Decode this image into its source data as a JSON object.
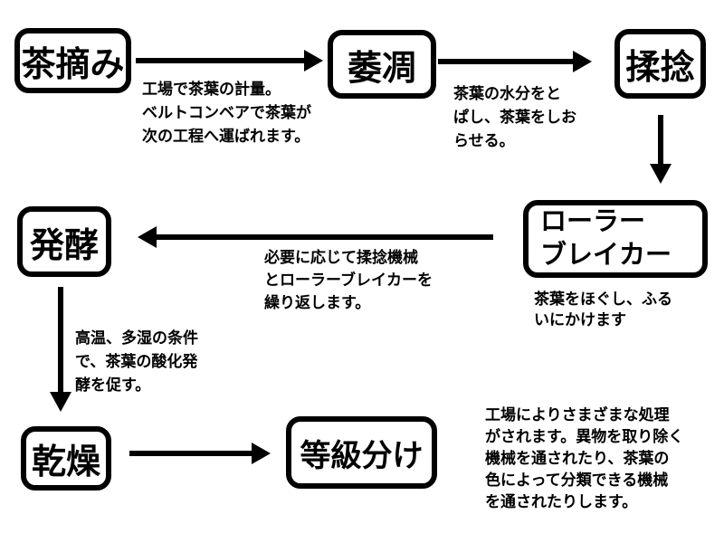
{
  "flowchart": {
    "colors": {
      "line": "#000000",
      "background": "#ffffff",
      "box_fill": "#ffffff"
    },
    "nodes": {
      "tea_picking": {
        "label": "茶摘み"
      },
      "withering": {
        "label": "萎凋"
      },
      "rolling": {
        "label": "揉捻"
      },
      "roller_breaker": {
        "label": "ローラー\nブレイカー"
      },
      "fermentation": {
        "label": "発酵"
      },
      "drying": {
        "label": "乾燥"
      },
      "grading": {
        "label": "等級分け"
      }
    },
    "annotations": {
      "after_picking": "工場で茶葉の計量。\nベルトコンベアで茶葉が\n次の工程へ運ばれます。",
      "after_withering": "茶葉の水分をと\nぱし、茶葉をしお\nらせる。",
      "roller_caption": "茶葉をほぐし、ふる\nいにかけます",
      "repeat": "必要に応じて揉捻機械\nとローラーブレイカーを\n繰り返します。",
      "fermentation": "高温、多湿の条件\nで、茶葉の酸化発\n酵を促す。",
      "grading": "工場によりさまざまな処理\nがされます。異物を取り除く\n機械を通されたり、茶葉の\n色によって分類できる機械\nを通されたりします。"
    },
    "edges": [
      {
        "from": "tea_picking",
        "to": "withering"
      },
      {
        "from": "withering",
        "to": "rolling"
      },
      {
        "from": "rolling",
        "to": "roller_breaker"
      },
      {
        "from": "roller_breaker",
        "to": "fermentation"
      },
      {
        "from": "fermentation",
        "to": "drying"
      },
      {
        "from": "drying",
        "to": "grading"
      }
    ]
  }
}
